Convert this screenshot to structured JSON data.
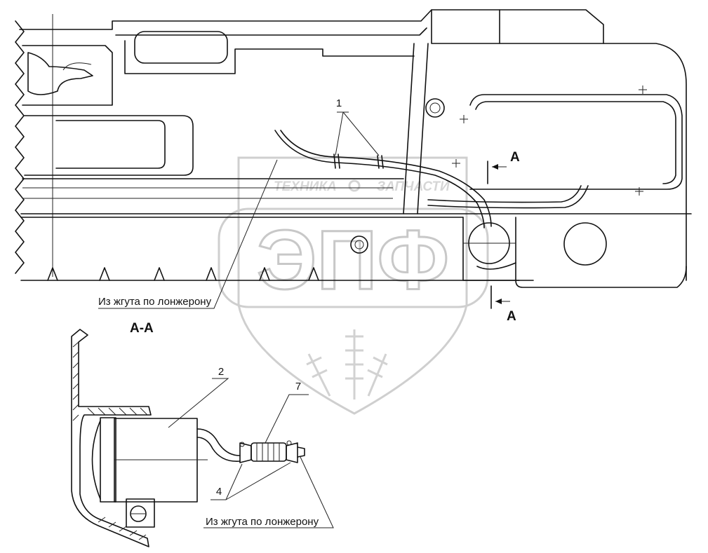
{
  "callouts": {
    "c1": "1",
    "c2": "2",
    "c4": "4",
    "c7": "7"
  },
  "section": {
    "marker_top": "A",
    "marker_bottom": "A",
    "title": "А-А"
  },
  "notes": {
    "harness_top": "Из жгута по лонжерону",
    "harness_bottom": "Из жгута по лонжерону"
  },
  "watermark": {
    "brand_left": "ТЕХНИКА",
    "brand_right": "ЗАПЧАСТИ",
    "logo": "ЭПФ"
  }
}
